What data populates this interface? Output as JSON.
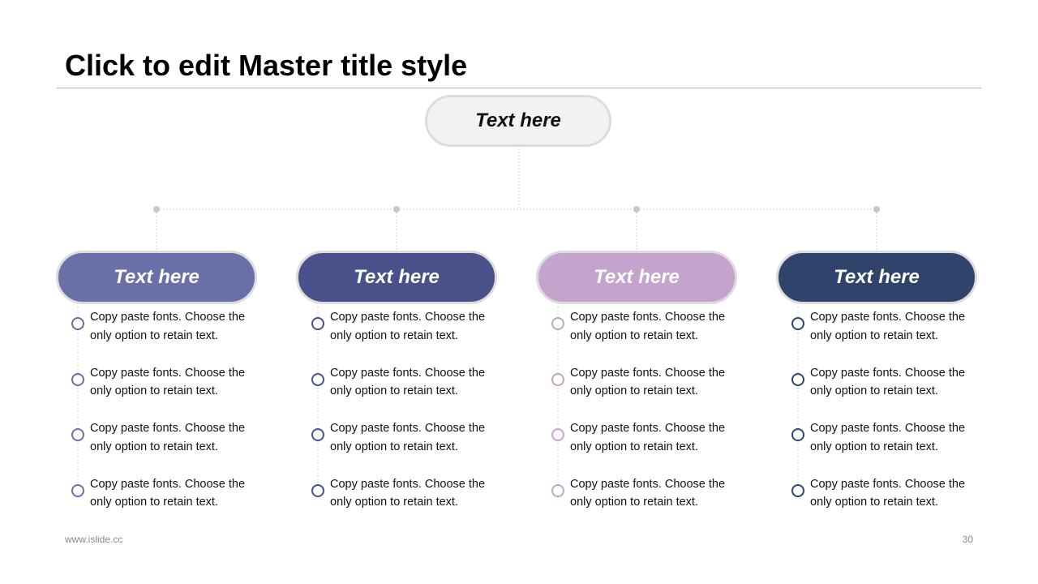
{
  "title": "Click to edit Master title style",
  "root": {
    "label": "Text here"
  },
  "branches": [
    {
      "label": "Text here",
      "color": "#6b6fa8",
      "items": [
        "Copy paste fonts. Choose the only option to retain text.",
        "Copy paste fonts. Choose the only option to retain text.",
        "Copy paste fonts. Choose the only option to retain text.",
        "Copy paste fonts. Choose the only option to retain text."
      ]
    },
    {
      "label": "Text here",
      "color": "#4a5089",
      "items": [
        "Copy paste fonts. Choose the only option to retain text.",
        "Copy paste fonts. Choose the only option to retain text.",
        "Copy paste fonts. Choose the only option to retain text.",
        "Copy paste fonts. Choose the only option to retain text."
      ]
    },
    {
      "label": "Text here",
      "color": "#c4a3cc",
      "items": [
        "Copy paste fonts. Choose the only option to retain text.",
        "Copy paste fonts. Choose the only option to retain text.",
        "Copy paste fonts. Choose the only option to retain text.",
        "Copy paste fonts. Choose the only option to retain text."
      ]
    },
    {
      "label": "Text here",
      "color": "#30446b",
      "items": [
        "Copy paste fonts. Choose the only option to retain text.",
        "Copy paste fonts. Choose the only option to retain text.",
        "Copy paste fonts. Choose the only option to retain text.",
        "Copy paste fonts. Choose the only option to retain text."
      ]
    }
  ],
  "footer": {
    "website": "www.islide.cc",
    "page_number": "30"
  }
}
